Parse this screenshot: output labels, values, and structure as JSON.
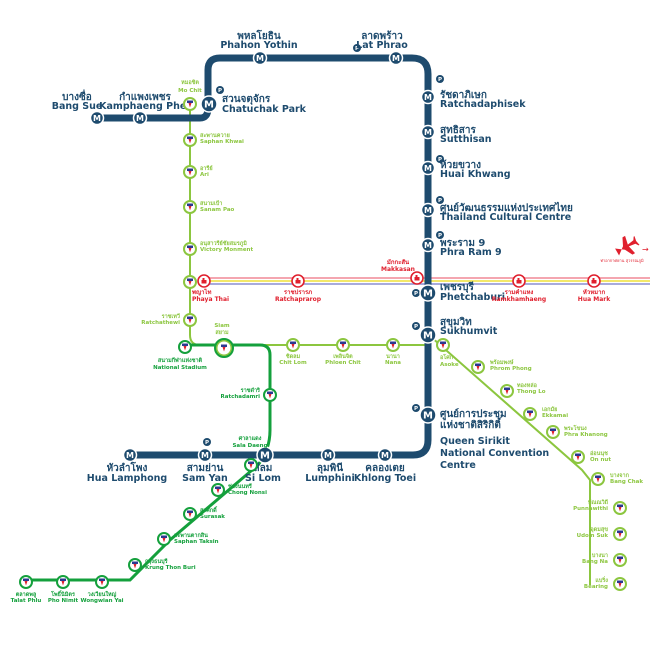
{
  "title": "Bangkok Rail Transit Map",
  "colors": {
    "mrt": "#1e4b6e",
    "bts_sukhumvit": "#8cc63f",
    "bts_silom": "#14a03c",
    "arl": "#e0202e",
    "arl_line_pink": "#f4a6b0",
    "arl_line_yellow": "#f3e86a",
    "arl_line_blue": "#8c8fd0"
  },
  "legend_icons": {
    "mrt": "M",
    "parking": "P",
    "bts": "bts-logo",
    "arl": "arl-logo"
  },
  "mrt_blue_line": [
    {
      "th": "บางซื่อ",
      "en": "Bang Sue",
      "parking": false
    },
    {
      "th": "กำแพงเพชร",
      "en": "Kamphaeng Phet",
      "parking": false
    },
    {
      "th": "สวนจตุจักร",
      "en": "Chatuchak Park",
      "parking": true
    },
    {
      "th": "พหลโยธิน",
      "en": "Phahon Yothin",
      "parking": false
    },
    {
      "th": "ลาดพร้าว",
      "en": "Lat Phrao",
      "parking": true
    },
    {
      "th": "รัชดาภิเษก",
      "en": "Ratchadaphisek",
      "parking": true
    },
    {
      "th": "สุทธิสาร",
      "en": "Sutthisan",
      "parking": false
    },
    {
      "th": "ห้วยขวาง",
      "en": "Huai Khwang",
      "parking": true
    },
    {
      "th": "ศูนย์วัฒนธรรมแห่งประเทศไทย",
      "en": "Thailand Cultural Centre",
      "parking": true
    },
    {
      "th": "พระราม 9",
      "en": "Phra Ram 9",
      "parking": true
    },
    {
      "th": "เพชรบุรี",
      "en": "Phetchaburi",
      "parking": true
    },
    {
      "th": "สุขุมวิท",
      "en": "Sukhumvit",
      "parking": true
    },
    {
      "th": "ศูนย์การประชุมแห่งชาติสิริกิติ์",
      "en": "Queen Sirikit National Convention Centre",
      "parking": true
    },
    {
      "th": "คลองเตย",
      "en": "Khlong Toei",
      "parking": false
    },
    {
      "th": "ลุมพินี",
      "en": "Lumphini",
      "parking": false
    },
    {
      "th": "สีลม",
      "en": "Si Lom",
      "parking": false
    },
    {
      "th": "สามย่าน",
      "en": "Sam Yan",
      "parking": true
    },
    {
      "th": "หัวลำโพง",
      "en": "Hua Lamphong",
      "parking": false
    }
  ],
  "qsncc_lines": [
    "Queen Sirikit",
    "National Convention",
    "Centre"
  ],
  "qsncc_th_lines": [
    "ศูนย์การประชุม",
    "แห่งชาติสิริกิติ์"
  ],
  "bts_sukhumvit_line": [
    {
      "th": "หมอชิต",
      "en": "Mo Chit"
    },
    {
      "th": "สะพานควาย",
      "en": "Saphan Khwai"
    },
    {
      "th": "อารีย์",
      "en": "Ari"
    },
    {
      "th": "สนามเป้า",
      "en": "Sanam Pao"
    },
    {
      "th": "อนุสาวรีย์ชัยสมรภูมิ",
      "en": "Victory Monment"
    },
    {
      "th": "พญาไท",
      "en": "Phaya Thai"
    },
    {
      "th": "ราชเทวี",
      "en": "Ratchathewi"
    },
    {
      "th": "สยาม",
      "en": "Siam"
    },
    {
      "th": "ชิดลม",
      "en": "Chit Lom"
    },
    {
      "th": "เพลินจิต",
      "en": "Phloen Chit"
    },
    {
      "th": "นานา",
      "en": "Nana"
    },
    {
      "th": "อโศก",
      "en": "Asoke"
    },
    {
      "th": "พร้อมพงษ์",
      "en": "Phrom Phong"
    },
    {
      "th": "ทองหล่อ",
      "en": "Thong Lo"
    },
    {
      "th": "เอกมัย",
      "en": "Ekkamai"
    },
    {
      "th": "พระโขนง",
      "en": "Phra Khanong"
    },
    {
      "th": "อ่อนนุช",
      "en": "On nut"
    },
    {
      "th": "บางจาก",
      "en": "Bang Chak"
    },
    {
      "th": "ปุณณวิถี",
      "en": "Punnawithi"
    },
    {
      "th": "อุดมสุข",
      "en": "Udom Suk"
    },
    {
      "th": "บางนา",
      "en": "Bang Na"
    },
    {
      "th": "แบริ่ง",
      "en": "Bearing"
    }
  ],
  "bts_silom_line": [
    {
      "th": "สนามกีฬาแห่งชาติ",
      "en": "National Stadium"
    },
    {
      "th": "ราชดำริ",
      "en": "Ratchadamri"
    },
    {
      "th": "ศาลาแดง",
      "en": "Sala Daeng"
    },
    {
      "th": "ช่องนนทรี",
      "en": "Chong Nonsi"
    },
    {
      "th": "สุรศักดิ์",
      "en": "Surasak"
    },
    {
      "th": "สะพานตากสิน",
      "en": "Saphan Taksin"
    },
    {
      "th": "กรุงธนบุรี",
      "en": "Krung Thon Buri"
    },
    {
      "th": "วงเวียนใหญ่",
      "en": "Wongwian Yai"
    },
    {
      "th": "โพธิ์นิมิตร",
      "en": "Pho Nimit"
    },
    {
      "th": "ตลาดพลู",
      "en": "Talat Phlu"
    }
  ],
  "airport_rail_link": [
    {
      "th": "พญาไท",
      "en": "Phaya Thai"
    },
    {
      "th": "ราชปรารภ",
      "en": "Ratchaprarop"
    },
    {
      "th": "มักกะสัน",
      "en": "Makkasan"
    },
    {
      "th": "รามคำแหง",
      "en": "Ramkhamhaeng"
    },
    {
      "th": "หัวหมาก",
      "en": "Hua Mark"
    }
  ],
  "airport": {
    "th": "ท่าอากาศยาน สุวรรณภูมิ",
    "arrow": "→"
  }
}
